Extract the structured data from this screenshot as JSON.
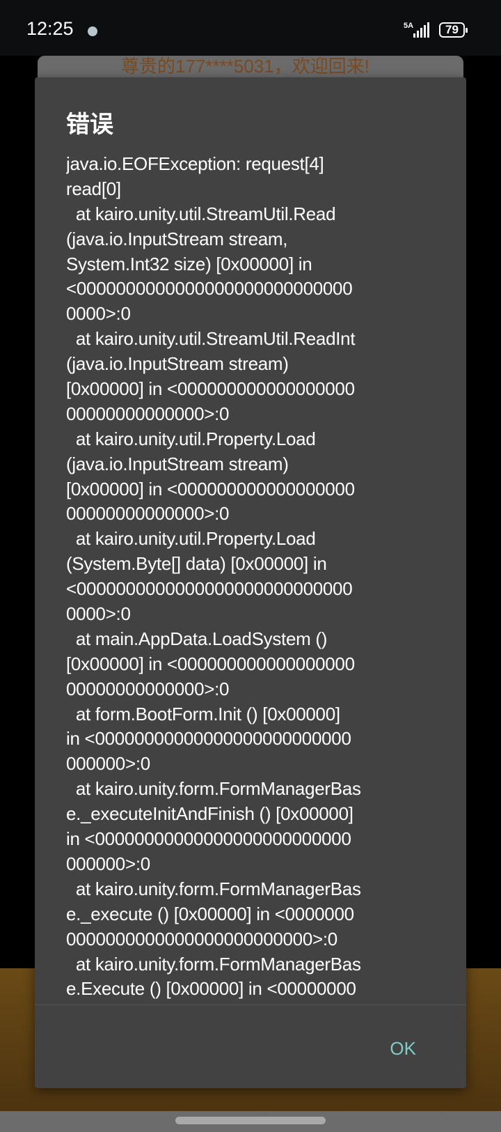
{
  "status_bar": {
    "time": "12:25",
    "network": "5A",
    "battery": "79"
  },
  "background": {
    "banner_text": "尊贵的177****5031，欢迎回来!"
  },
  "dialog": {
    "title": "错误",
    "message_lines": [
      "java.io.EOFException: request[4]",
      "read[0]",
      "  at kairo.unity.util.StreamUtil.Read",
      "(java.io.InputStream stream,",
      "System.Int32 size) [0x00000] in",
      "<0000000000000000000000000000",
      "0000>:0",
      "  at kairo.unity.util.StreamUtil.ReadInt",
      "(java.io.InputStream stream)",
      "[0x00000] in <000000000000000000",
      "00000000000000>:0",
      "  at kairo.unity.util.Property.Load",
      "(java.io.InputStream stream)",
      "[0x00000] in <000000000000000000",
      "00000000000000>:0",
      "  at kairo.unity.util.Property.Load",
      "(System.Byte[] data) [0x00000] in",
      "<0000000000000000000000000000",
      "0000>:0",
      "  at main.AppData.LoadSystem ()",
      "[0x00000] in <000000000000000000",
      "00000000000000>:0",
      "  at form.BootForm.Init () [0x00000]",
      "in <00000000000000000000000000",
      "000000>:0",
      "  at kairo.unity.form.FormManagerBas",
      "e._executeInitAndFinish () [0x00000]",
      "in <00000000000000000000000000",
      "000000>:0",
      "  at kairo.unity.form.FormManagerBas",
      "e._execute () [0x00000] in <0000000",
      "0000000000000000000000000>:0",
      "  at kairo.unity.form.FormManagerBas",
      "e.Execute () [0x00000] in <00000000"
    ],
    "ok_label": "OK"
  }
}
